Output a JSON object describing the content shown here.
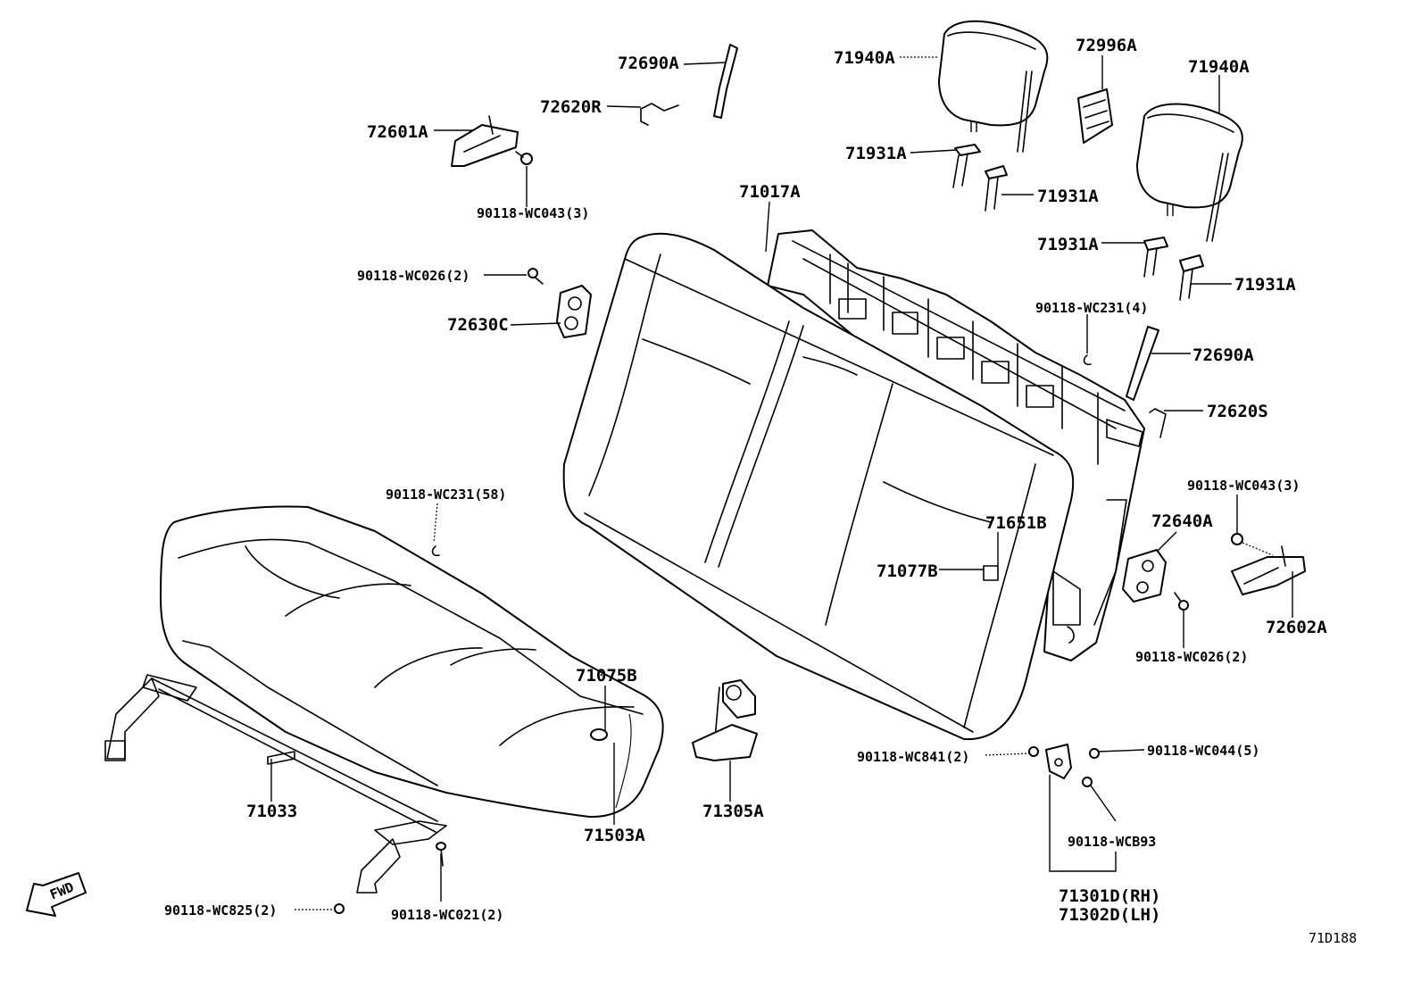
{
  "labels": {
    "l_72690A_top": "72690A",
    "l_72620R": "72620R",
    "l_72601A": "72601A",
    "l_wc043_top": "90118-WC043(3)",
    "l_71940A_left": "71940A",
    "l_72996A": "72996A",
    "l_71940A_right": "71940A",
    "l_71931A_1": "71931A",
    "l_71931A_2": "71931A",
    "l_71931A_3": "71931A",
    "l_71931A_4": "71931A",
    "l_71017A": "71017A",
    "l_wc026_left": "90118-WC026(2)",
    "l_72630C": "72630C",
    "l_wc231_4": "90118-WC231(4)",
    "l_72690A_right": "72690A",
    "l_72620S": "72620S",
    "l_wc231_58": "90118-WC231(58)",
    "l_71651B": "71651B",
    "l_71077B": "71077B",
    "l_wc043_right": "90118-WC043(3)",
    "l_72640A": "72640A",
    "l_72602A": "72602A",
    "l_wc026_right": "90118-WC026(2)",
    "l_71075B": "71075B",
    "l_71033": "71033",
    "l_71503A": "71503A",
    "l_71305A": "71305A",
    "l_wc841": "90118-WC841(2)",
    "l_wc044": "90118-WC044(5)",
    "l_wcb93": "90118-WCB93",
    "l_71301D": "71301D(RH)",
    "l_71302D": "71302D(LH)",
    "l_wc825": "90118-WC825(2)",
    "l_wc021": "90118-WC021(2)",
    "fwd": "FWD",
    "diagram_code": "71D188"
  }
}
